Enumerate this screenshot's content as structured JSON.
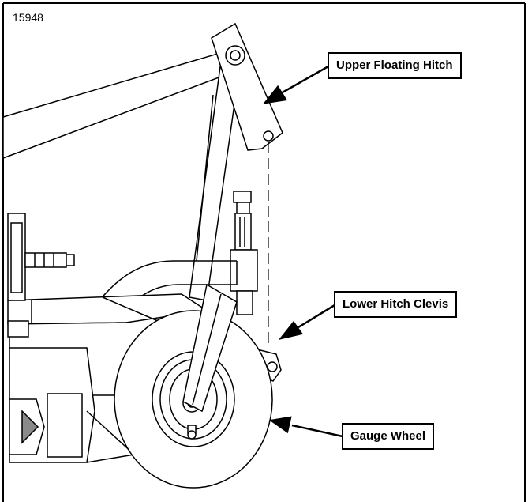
{
  "figure": {
    "number": "15948"
  },
  "callouts": {
    "upper_floating_hitch": "Upper Floating Hitch",
    "lower_hitch_clevis": "Lower Hitch Clevis",
    "gauge_wheel": "Gauge Wheel"
  },
  "colors": {
    "line": "#000000",
    "fill": "#ffffff",
    "shade": "#8a8a8a"
  }
}
